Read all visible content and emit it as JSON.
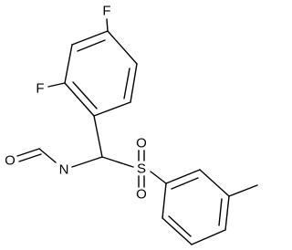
{
  "molecule": {
    "atom_labels": {
      "fluorine_top": "F",
      "fluorine_left": "F",
      "oxygen_formyl": "O",
      "nitrogen": "N",
      "sulfur": "S",
      "oxygen_sulfonyl_upper": "O",
      "oxygen_sulfonyl_lower": "O"
    },
    "line_color": "#000000",
    "background_color": "#ffffff"
  }
}
